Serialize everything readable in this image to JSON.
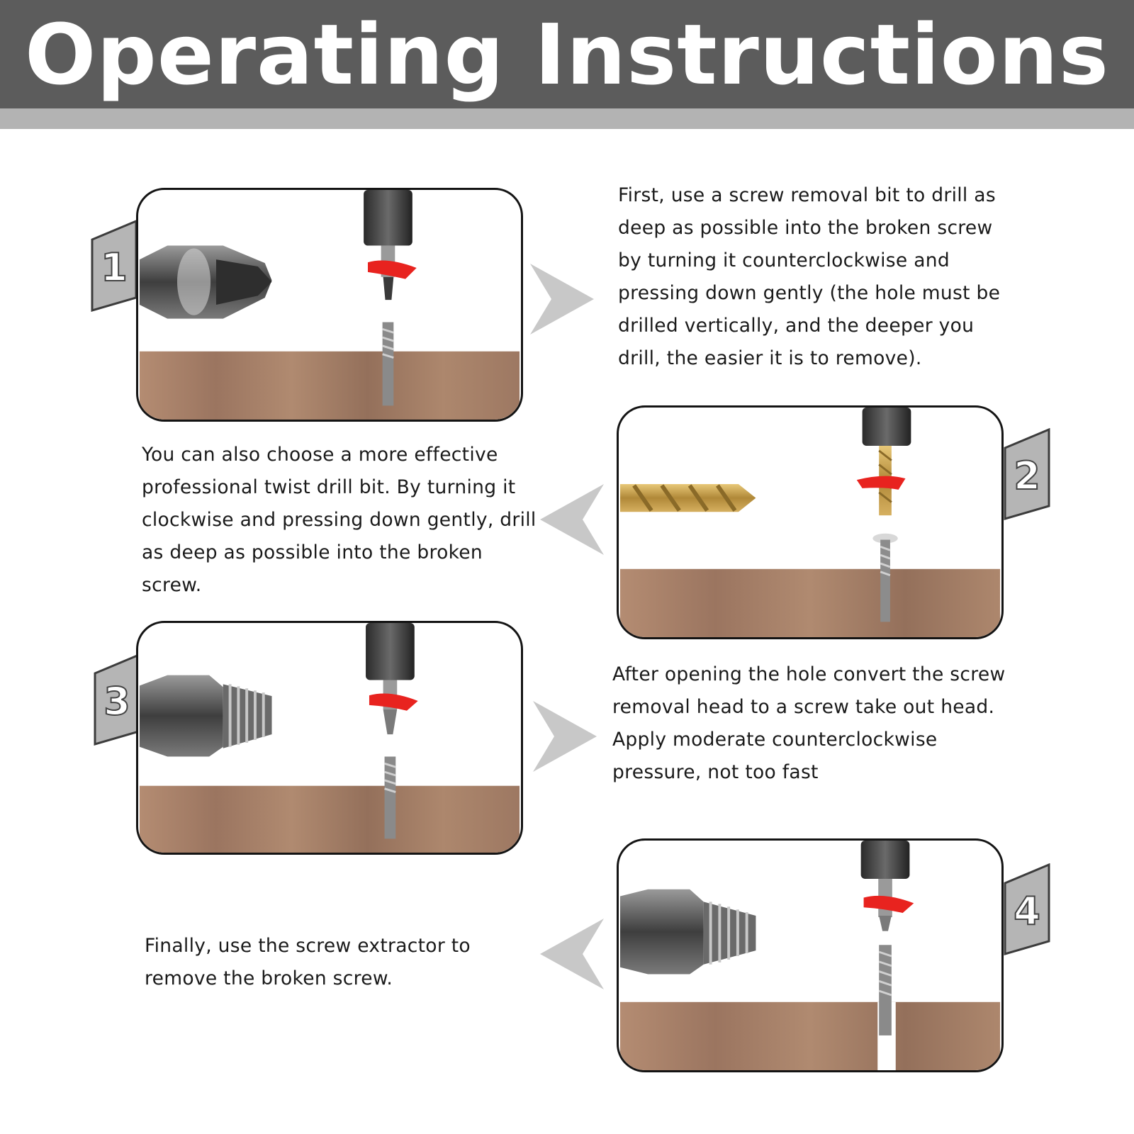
{
  "header": {
    "title": "Operating Instructions"
  },
  "steps": [
    {
      "number": "1",
      "text": "First, use a screw removal bit to drill as deep as possible into the broken screw by turning it counterclockwise and pressing down gently (the hole must be drilled vertically, and the deeper you drill, the easier it is to remove)."
    },
    {
      "number": "2",
      "text": "You can also choose a more effective professional twist drill bit. By turning it clockwise and pressing down gently, drill as deep as possible into the broken screw."
    },
    {
      "number": "3",
      "text": "After opening the hole convert the screw removal head to a screw take out head. Apply moderate counterclockwise pressure, not too fast"
    },
    {
      "number": "4",
      "text": "Finally, use the screw extractor to remove the broken screw."
    }
  ],
  "colors": {
    "header_bg": "#5c5c5c",
    "header_band": "#b3b3b3",
    "wood": "#a8826a",
    "rotation_arrow": "#e8231f",
    "gold_bit": "#c9a24a",
    "chevron": "#c8c8c8"
  }
}
